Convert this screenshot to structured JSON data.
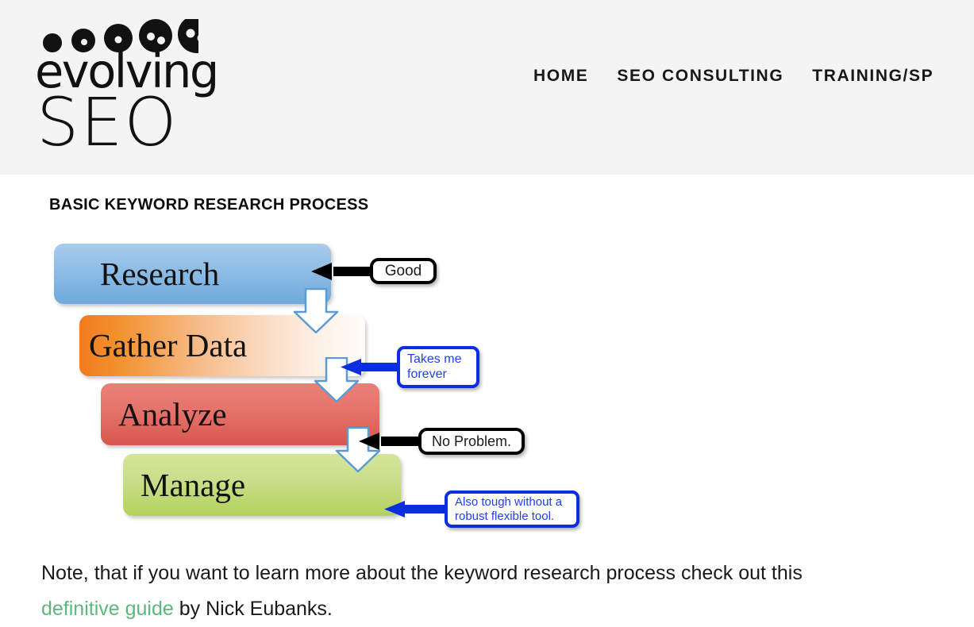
{
  "header": {
    "logo": {
      "wordmark_top": "evolving",
      "wordmark_bottom": "SEO",
      "dot_count": 5
    },
    "nav": [
      {
        "label": "HOME",
        "name": "nav-home"
      },
      {
        "label": "SEO CONSULTING",
        "name": "nav-seo-consulting"
      },
      {
        "label": "TRAINING/SP",
        "name": "nav-training-speaking"
      }
    ],
    "background_color": "#f4f4f4"
  },
  "content": {
    "section_title": "BASIC KEYWORD RESEARCH PROCESS",
    "note": {
      "before_link": "Note, that if you want to learn more about the keyword research process check out this ",
      "link_text": "definitive guide",
      "after_link": " by Nick Eubanks.",
      "link_color": "#5bb87c"
    }
  },
  "diagram": {
    "title": "BASIC KEYWORD RESEARCH PROCESS",
    "steps": [
      {
        "label": "Research",
        "color": "#6fa8dc",
        "name": "flow-step-research"
      },
      {
        "label": "Gather Data",
        "color": "#f07c20",
        "name": "flow-step-gather-data"
      },
      {
        "label": "Analyze",
        "color": "#d9564e",
        "name": "flow-step-analyze"
      },
      {
        "label": "Manage",
        "color": "#b3d25e",
        "name": "flow-step-manage"
      }
    ],
    "callouts": [
      {
        "text": "Good",
        "style": "black",
        "target": "Research",
        "name": "callout-good"
      },
      {
        "text": "Takes me\nforever",
        "style": "blue",
        "target": "Gather Data",
        "name": "callout-takes-me-forever"
      },
      {
        "text": "No Problem.",
        "style": "black",
        "target": "Analyze",
        "name": "callout-no-problem"
      },
      {
        "text": "Also tough without a\nrobust flexible tool.",
        "style": "blue",
        "target": "Manage",
        "name": "callout-also-tough"
      }
    ],
    "connector_colors": {
      "black": "#000000",
      "blue": "#0b2fe0",
      "down_arrow_outline": "#5b9bd5",
      "down_arrow_fill": "#ffffff"
    }
  }
}
